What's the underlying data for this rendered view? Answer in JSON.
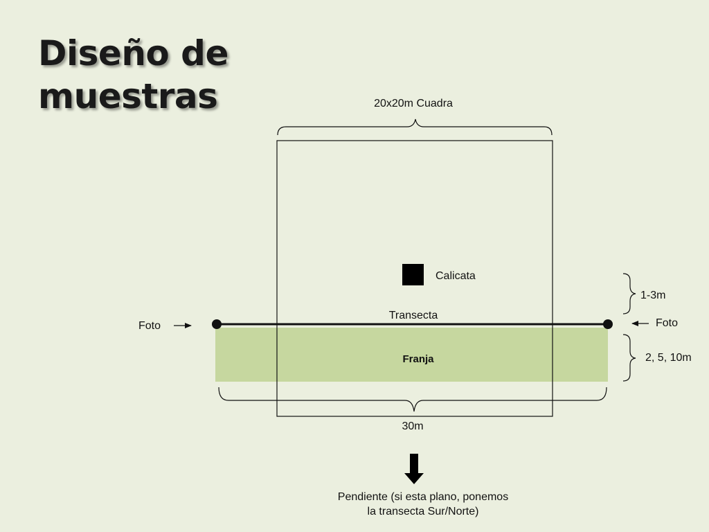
{
  "slide": {
    "title_line1": "Diseño de",
    "title_line2": "muestras",
    "background": "#EBEFDF"
  },
  "labels": {
    "cuadra": "20x20m Cuadra",
    "calicata": "Calicata",
    "transecta": "Transecta",
    "franja": "Franja",
    "foto_left": "Foto",
    "foto_right": "Foto",
    "range_1_3m": "1-3m",
    "range_widths": "2, 5, 10m",
    "length_30m": "30m",
    "pendiente_line1": "Pendiente (si esta plano, ponemos",
    "pendiente_line2": "la transecta Sur/Norte)"
  },
  "colors": {
    "franja_fill": "#C6D79F",
    "line": "#111111"
  }
}
